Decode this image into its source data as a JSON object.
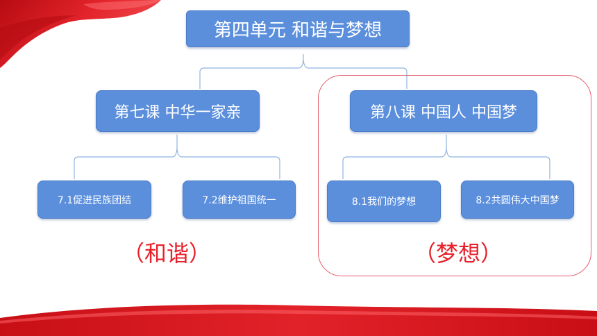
{
  "unit": {
    "title": "第四单元 和谐与梦想"
  },
  "lessons": [
    {
      "title": "第七课  中华一家亲",
      "sections": [
        "7.1促进民族团结",
        "7.2维护祖国统一"
      ],
      "theme": "（和谐）"
    },
    {
      "title": "第八课  中国人 中国梦",
      "sections": [
        "8.1我们的梦想",
        "8.2共圆伟大中国梦"
      ],
      "theme": "（梦想）"
    }
  ],
  "colors": {
    "node_fill": "#5b8fdc",
    "node_border": "#4a7bc6",
    "connector": "#8fb3e0",
    "theme_text": "#e8202a",
    "group_frame": "#e35a6a",
    "ribbon_red": "#d8141b"
  }
}
